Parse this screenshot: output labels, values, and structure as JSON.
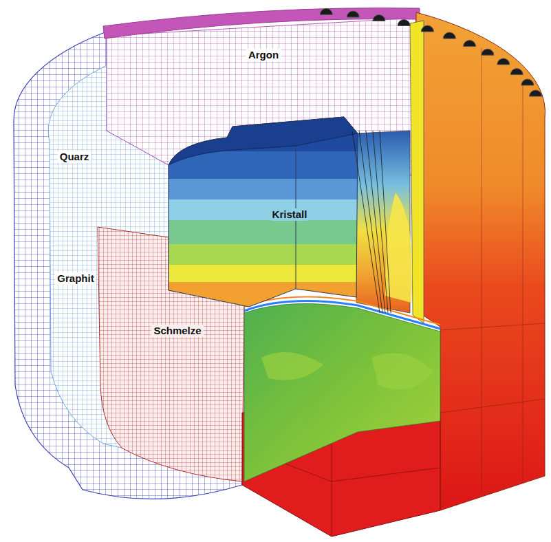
{
  "diagram": {
    "labels": [
      "Argon",
      "Quarz",
      "Kristall",
      "Graphit",
      "Schmelze"
    ]
  }
}
